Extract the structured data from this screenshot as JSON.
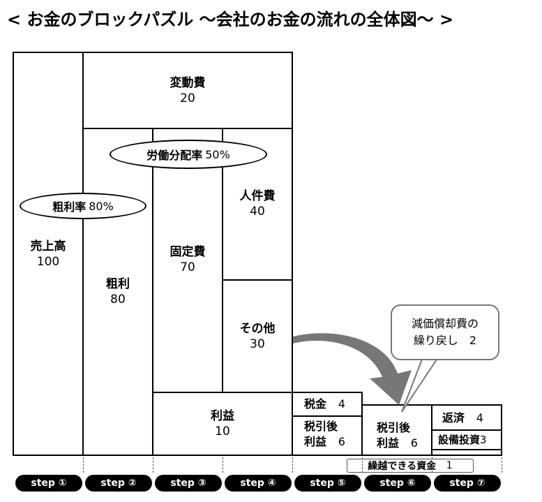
{
  "title": "< お金のブロックパズル ～会社のお金の流れの全体図～ >",
  "blocks": {
    "sales": {
      "label": "売上高",
      "value": "100"
    },
    "variable_cost": {
      "label": "変動費",
      "value": "20"
    },
    "gross_profit": {
      "label": "粗利",
      "value": "80"
    },
    "fixed_cost": {
      "label": "固定費",
      "value": "70"
    },
    "personnel": {
      "label": "人件費",
      "value": "40"
    },
    "other": {
      "label": "その他",
      "value": "30"
    },
    "profit": {
      "label": "利益",
      "value": "10"
    },
    "tax": {
      "label": "税金",
      "value": "4"
    },
    "after_tax_5": {
      "label_line1": "税引後",
      "label_line2": "利益",
      "value": "6"
    },
    "after_tax_6": {
      "label_line1": "税引後",
      "label_line2": "利益",
      "value": "6"
    },
    "repay": {
      "label": "返済",
      "value": "4"
    },
    "capex": {
      "label": "設備投資",
      "value": "3"
    }
  },
  "ratios": {
    "gross_margin": {
      "label": "粗利率",
      "value": "80%"
    },
    "labor_share": {
      "label": "労働分配率",
      "value": "50%"
    }
  },
  "callout": {
    "line1": "減価償却費の",
    "line2": "繰り戻し　2"
  },
  "carry_over": {
    "label": "繰越できる資金",
    "value": "1"
  },
  "steps": [
    "step ①",
    "step ②",
    "step ③",
    "step ④",
    "step ⑤",
    "step ⑥",
    "step ⑦"
  ]
}
